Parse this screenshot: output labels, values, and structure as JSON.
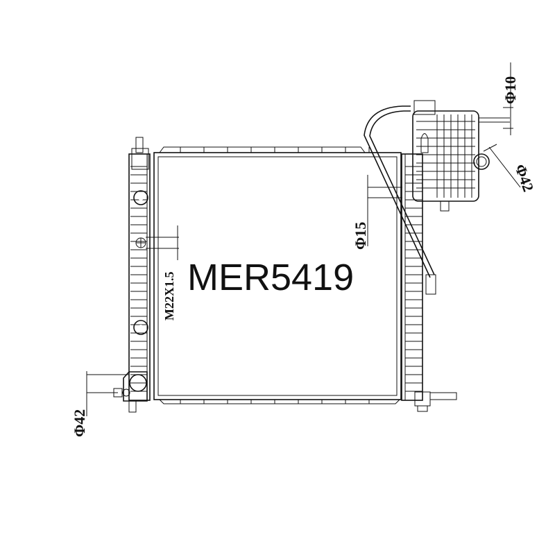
{
  "model": "MER5419",
  "dimensions": {
    "top_right_small": "Φ10",
    "top_right_large": "Φ42",
    "right_inlet": "Φ15",
    "left_thread": "M22X1.5",
    "left_bottom": "Φ42"
  },
  "colors": {
    "line": "#111111",
    "background": "#ffffff"
  }
}
